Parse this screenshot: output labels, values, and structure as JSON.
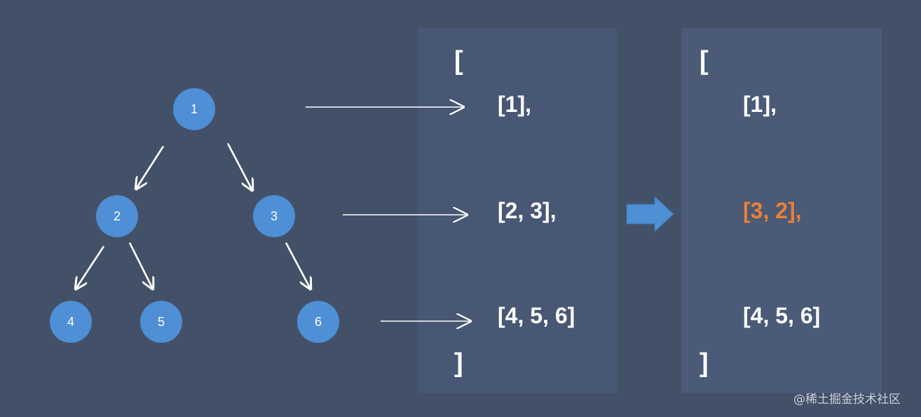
{
  "tree": {
    "nodes": [
      {
        "id": "n1",
        "label": "1"
      },
      {
        "id": "n2",
        "label": "2"
      },
      {
        "id": "n3",
        "label": "3"
      },
      {
        "id": "n4",
        "label": "4"
      },
      {
        "id": "n5",
        "label": "5"
      },
      {
        "id": "n6",
        "label": "6"
      }
    ],
    "edges": [
      [
        "1",
        "2"
      ],
      [
        "1",
        "3"
      ],
      [
        "2",
        "4"
      ],
      [
        "2",
        "5"
      ],
      [
        "3",
        "6"
      ]
    ],
    "node_color": "#4e8fd6"
  },
  "levels_output": {
    "open_bracket": "[",
    "rows": [
      "[1],",
      "[2, 3],",
      "[4, 5, 6]"
    ],
    "close_bracket": "]"
  },
  "zigzag_output": {
    "open_bracket": "[",
    "rows": [
      "[1],",
      "[3, 2],",
      "[4, 5, 6]"
    ],
    "close_bracket": "]",
    "highlight_row": 1,
    "highlight_color": "#ea7f36"
  },
  "watermark": "@稀土掘金技术社区"
}
